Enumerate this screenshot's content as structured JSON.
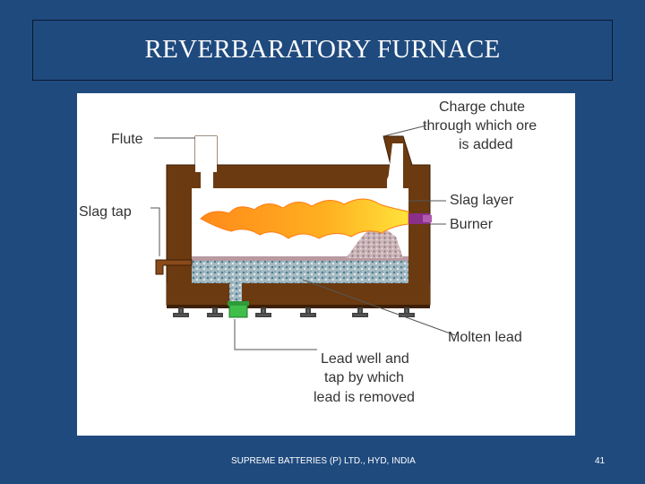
{
  "slide": {
    "title": "REVERBARATORY FURNACE",
    "footer": "SUPREME BATTERIES (P) LTD., HYD, INDIA",
    "page_number": "41"
  },
  "diagram": {
    "labels": {
      "flute": "Flute",
      "charge_chute_1": "Charge chute",
      "charge_chute_2": "through which ore",
      "charge_chute_3": "is added",
      "slag_tap": "Slag tap",
      "slag_layer": "Slag layer",
      "burner": "Burner",
      "molten_lead": "Molten lead",
      "lead_well_1": "Lead well and",
      "lead_well_2": "tap by which",
      "lead_well_3": "lead is removed"
    }
  }
}
